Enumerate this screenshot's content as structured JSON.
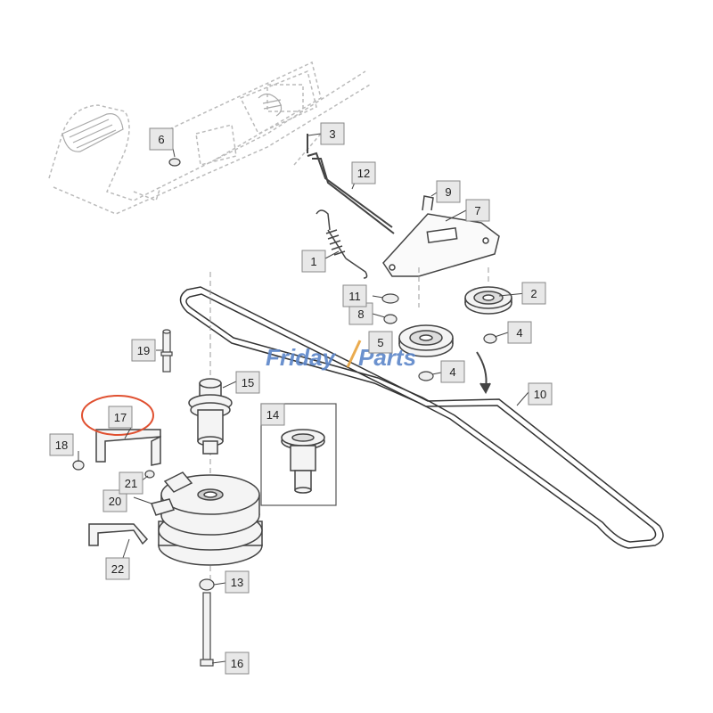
{
  "watermark": {
    "part1": "Friday",
    "part2": "Parts",
    "color": "#5b86c9",
    "accent_color": "#e8a33c"
  },
  "highlight_color": "#e05030",
  "callouts": [
    "1",
    "2",
    "3",
    "4",
    "4",
    "5",
    "6",
    "7",
    "8",
    "9",
    "10",
    "11",
    "12",
    "13",
    "14",
    "15",
    "16",
    "17",
    "18",
    "19",
    "20",
    "21",
    "22"
  ],
  "callout_labels": {
    "c1": "1",
    "c2": "2",
    "c3": "3",
    "c4a": "4",
    "c4b": "4",
    "c5": "5",
    "c6": "6",
    "c7": "7",
    "c8": "8",
    "c9": "9",
    "c10": "10",
    "c11": "11",
    "c12": "12",
    "c13": "13",
    "c14": "14",
    "c15": "15",
    "c16": "16",
    "c17": "17",
    "c18": "18",
    "c19": "19",
    "c20": "20",
    "c21": "21",
    "c22": "22"
  },
  "highlighted_part": "17"
}
